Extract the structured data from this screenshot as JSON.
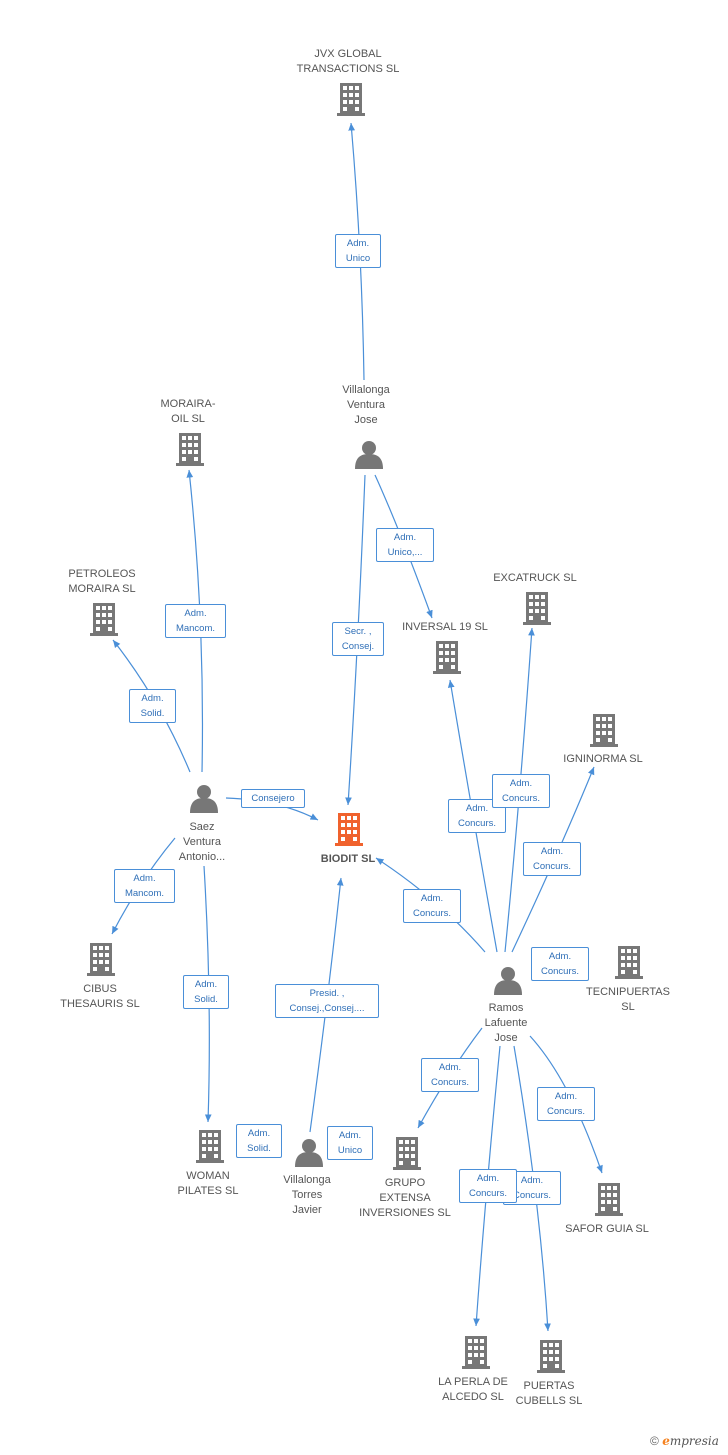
{
  "main_node": {
    "label": "BIODIT SL"
  },
  "companies": [
    {
      "id": "jvx",
      "label": "JVX GLOBAL\nTRANSACTIONS SL"
    },
    {
      "id": "moraira_oil",
      "label": "MORAIRA-\nOIL SL"
    },
    {
      "id": "petroleos",
      "label": "PETROLEOS\nMORAIRA SL"
    },
    {
      "id": "excatruck",
      "label": "EXCATRUCK SL"
    },
    {
      "id": "inversal",
      "label": "INVERSAL 19 SL"
    },
    {
      "id": "igninorma",
      "label": "IGNINORMA  SL"
    },
    {
      "id": "tecnipuertas",
      "label": "TECNIPUERTAS\nSL"
    },
    {
      "id": "cibus",
      "label": "CIBUS\nTHESAURIS SL"
    },
    {
      "id": "woman",
      "label": "WOMAN\nPILATES SL"
    },
    {
      "id": "grupo",
      "label": "GRUPO\nEXTENSA\nINVERSIONES SL"
    },
    {
      "id": "safor",
      "label": "SAFOR GUIA SL"
    },
    {
      "id": "perla",
      "label": "LA PERLA DE\nALCEDO SL"
    },
    {
      "id": "puertas",
      "label": "PUERTAS\nCUBELLS SL"
    }
  ],
  "people": [
    {
      "id": "villalonga_jose",
      "label": "Villalonga\nVentura\nJose"
    },
    {
      "id": "saez",
      "label": "Saez\nVentura\nAntonio..."
    },
    {
      "id": "ramos",
      "label": "Ramos\nLafuente\nJose"
    },
    {
      "id": "villalonga_javier",
      "label": "Villalonga\nTorres\nJavier"
    }
  ],
  "relations": [
    {
      "id": "r1",
      "label": "Adm.\nUnico"
    },
    {
      "id": "r2",
      "label": "Adm.\nUnico,..."
    },
    {
      "id": "r3",
      "label": "Secr. ,\nConsej."
    },
    {
      "id": "r4",
      "label": "Adm.\nMancom."
    },
    {
      "id": "r5",
      "label": "Adm.\nSolid."
    },
    {
      "id": "r6",
      "label": "Consejero"
    },
    {
      "id": "r7",
      "label": "Adm.\nMancom."
    },
    {
      "id": "r8",
      "label": "Adm.\nSolid."
    },
    {
      "id": "r9",
      "label": "Adm.\nSolid."
    },
    {
      "id": "r10",
      "label": "Presid. ,\nConsej.,Consej...."
    },
    {
      "id": "r11",
      "label": "Adm.\nUnico"
    },
    {
      "id": "r12",
      "label": "Adm.\nConcurs."
    },
    {
      "id": "r13",
      "label": "Adm.\nConcurs."
    },
    {
      "id": "r14",
      "label": "Adm.\nConcurs."
    },
    {
      "id": "r15",
      "label": "Adm.\nConcurs."
    },
    {
      "id": "r16",
      "label": "Adm.\nConcurs."
    },
    {
      "id": "r17",
      "label": "Adm.\nConcurs."
    },
    {
      "id": "r18",
      "label": "Adm.\nConcurs."
    },
    {
      "id": "r19",
      "label": "Adm.\nConcurs."
    },
    {
      "id": "r20",
      "label": "Adm.\nConcurs."
    }
  ],
  "footer": {
    "copyright": "©",
    "brand_e": "e",
    "brand_rest": "mpresia"
  },
  "colors": {
    "edge": "#4a8fd8",
    "icon": "#777777",
    "main_icon": "#f0622d"
  }
}
